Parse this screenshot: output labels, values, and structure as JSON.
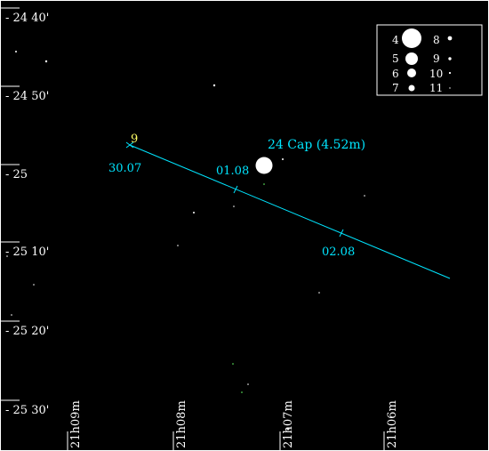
{
  "dec_labels": [
    "- 24 40'",
    "- 24 50'",
    "- 25",
    "- 25 10'",
    "- 25 20'",
    "- 25 30'"
  ],
  "ra_labels": [
    "21h09m",
    "21h08m",
    "21h07m",
    "21h06m"
  ],
  "legend": {
    "items": [
      {
        "mag": "4"
      },
      {
        "mag": "5"
      },
      {
        "mag": "6"
      },
      {
        "mag": "7"
      },
      {
        "mag": "8"
      },
      {
        "mag": "9"
      },
      {
        "mag": "10"
      },
      {
        "mag": "11"
      }
    ]
  },
  "star_label": "24 Cap (4.52m)",
  "track": {
    "object_number": "9",
    "date_labels": [
      "30.07",
      "01.08",
      "02.08"
    ]
  },
  "colors": {
    "background": "#000000",
    "foreground": "#ffffff",
    "track": "#00e5ff",
    "object_label": "#ffff66",
    "faint_star": "#66ff66"
  }
}
